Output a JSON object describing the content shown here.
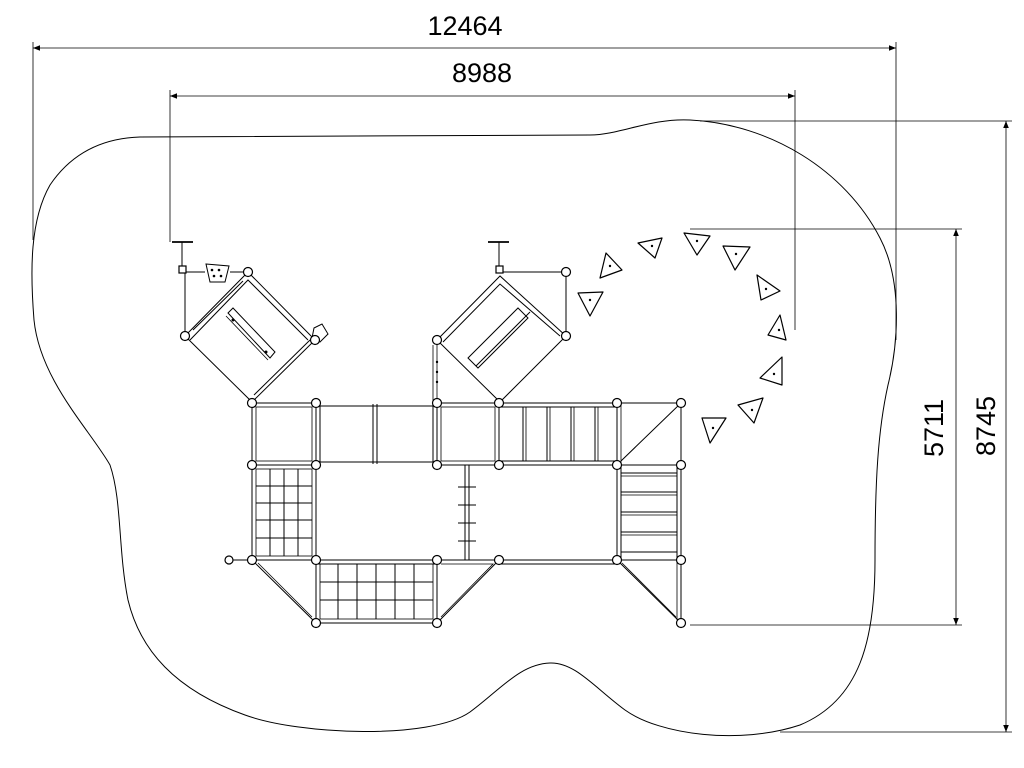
{
  "dimensions": {
    "total_width": "12464",
    "structure_width": "8988",
    "structure_depth": "5711",
    "total_depth": "8745"
  },
  "colors": {
    "line": "#000000",
    "background": "#ffffff"
  }
}
